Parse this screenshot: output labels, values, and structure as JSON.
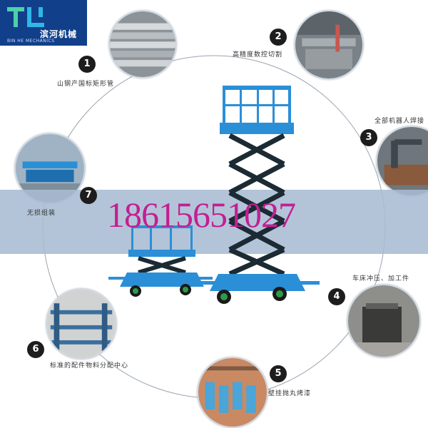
{
  "brand": {
    "name_cn": "滨河机械",
    "name_en": "BIN HE MECHANICS",
    "color": "#123f8a"
  },
  "phone": "18615651027",
  "steps": [
    {
      "number": "1",
      "label": "山钢产国标矩形管"
    },
    {
      "number": "2",
      "label": "高精度数控切割"
    },
    {
      "number": "3",
      "label": "全部机器人焊接"
    },
    {
      "number": "4",
      "label": "车床冲压、加工件"
    },
    {
      "number": "5",
      "label": "壁挂抛丸烤漆"
    },
    {
      "number": "6",
      "label": "标准的配件物料分配中心"
    },
    {
      "number": "7",
      "label": "无损组装"
    }
  ],
  "colors": {
    "lift_blue": "#2a8fd6",
    "scissor_dark": "#1b2a33",
    "band": "#a9bcd3",
    "phone_text": "#c21f93"
  }
}
